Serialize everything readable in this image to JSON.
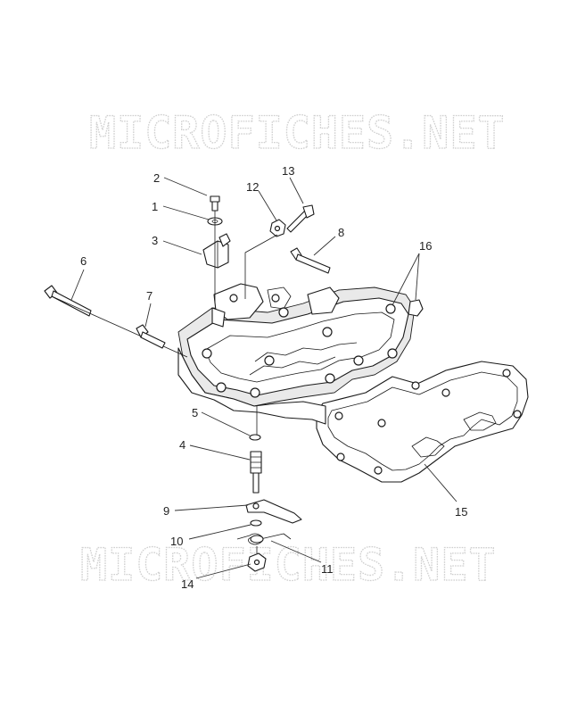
{
  "watermark": {
    "text": "MICROFICHES.NET"
  },
  "callouts": [
    {
      "id": "callout-1",
      "label": "1"
    },
    {
      "id": "callout-2",
      "label": "2"
    },
    {
      "id": "callout-3",
      "label": "3"
    },
    {
      "id": "callout-4",
      "label": "4"
    },
    {
      "id": "callout-5",
      "label": "5"
    },
    {
      "id": "callout-6",
      "label": "6"
    },
    {
      "id": "callout-7",
      "label": "7"
    },
    {
      "id": "callout-8",
      "label": "8"
    },
    {
      "id": "callout-9",
      "label": "9"
    },
    {
      "id": "callout-10",
      "label": "10"
    },
    {
      "id": "callout-11",
      "label": "11"
    },
    {
      "id": "callout-12",
      "label": "12"
    },
    {
      "id": "callout-13",
      "label": "13"
    },
    {
      "id": "callout-14",
      "label": "14"
    },
    {
      "id": "callout-15",
      "label": "15"
    },
    {
      "id": "callout-16",
      "label": "16"
    }
  ],
  "colors": {
    "line": "#1a1a1a",
    "watermark": "#cfcfcf",
    "background": "#ffffff"
  }
}
